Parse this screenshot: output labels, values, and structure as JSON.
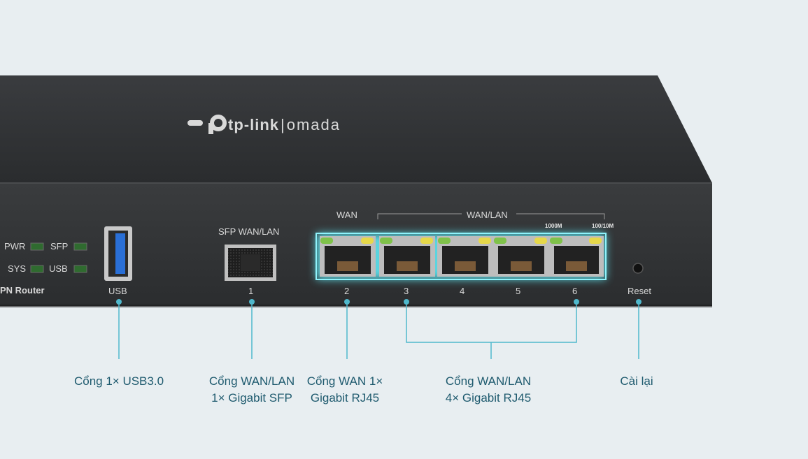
{
  "device": {
    "brand": "tp-link",
    "brand_separator": "|",
    "brand_line": "omada",
    "model_text": "PN Router",
    "leds": [
      "PWR",
      "SFP",
      "SYS",
      "USB"
    ],
    "usb_label": "USB",
    "sfp_header": "SFP WAN/LAN",
    "wan_header": "WAN",
    "wanlan_header": "WAN/LAN",
    "speed_1000": "1000M",
    "speed_100": "100/10M",
    "port_numbers": [
      "1",
      "2",
      "3",
      "4",
      "5",
      "6"
    ],
    "reset_label": "Reset"
  },
  "callouts": [
    {
      "lines": [
        "Cổng 1× USB3.0"
      ]
    },
    {
      "lines": [
        "Cổng WAN/LAN",
        "1× Gigabit SFP"
      ]
    },
    {
      "lines": [
        "Cổng WAN 1×",
        "Gigabit RJ45"
      ]
    },
    {
      "lines": [
        "Cổng WAN/LAN",
        "4× Gigabit RJ45"
      ]
    },
    {
      "lines": [
        "Cài lại"
      ]
    }
  ],
  "colors": {
    "background": "#e8eef1",
    "callout_text": "#1e5a6e",
    "callout_line": "#4fb8cc",
    "port_glow": "#5fe6f2",
    "led_green": "#7fc24a",
    "led_yellow": "#e6d84a",
    "usb_blue": "#2a6fd6"
  }
}
